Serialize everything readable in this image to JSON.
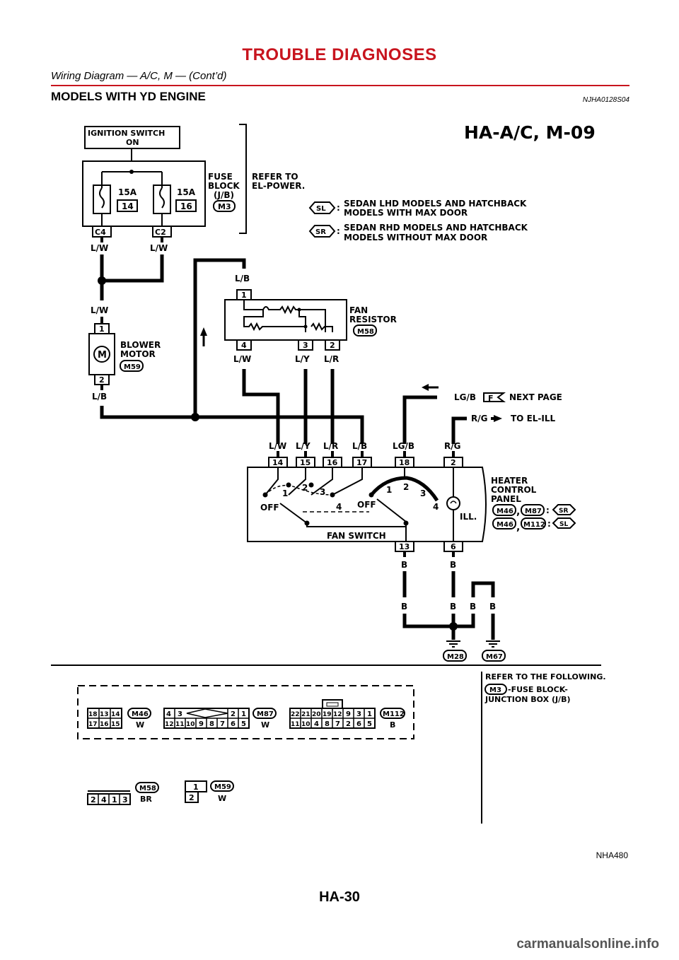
{
  "header": {
    "title": "TROUBLE DIAGNOSES",
    "subtitle": "Wiring Diagram — A/C, M — (Cont’d)"
  },
  "section": {
    "title": "MODELS WITH YD ENGINE",
    "code": "NJHA0128S04"
  },
  "diagram": {
    "id": "HA-A/C, M-09",
    "ignition_line1": "IGNITION SWITCH",
    "ignition_line2": "ON",
    "fuse_block_l1": "FUSE",
    "fuse_block_l2": "BLOCK",
    "fuse_block_l3": "(J/B)",
    "fuse_block_conn": "M3",
    "refer_l1": "REFER TO",
    "refer_l2": "EL-POWER.",
    "fuse_left_amp": "15A",
    "fuse_left_num": "14",
    "fuse_right_amp": "15A",
    "fuse_right_num": "16",
    "fuse_c4": "C4",
    "fuse_c2": "C2",
    "legend_sl_tag": "SL",
    "legend_sl_l1": "SEDAN LHD MODELS AND HATCHBACK",
    "legend_sl_l2": "MODELS WITH MAX DOOR",
    "legend_sr_tag": "SR",
    "legend_sr_l1": "SEDAN RHD MODELS AND HATCHBACK",
    "legend_sr_l2": "MODELS WITHOUT MAX DOOR",
    "colon": ":",
    "wire_lw": "L/W",
    "wire_lb": "L/B",
    "wire_ly": "L/Y",
    "wire_lr": "L/R",
    "wire_lgb": "LG/B",
    "wire_rg": "R/G",
    "wire_b": "B",
    "blower_l1": "BLOWER",
    "blower_l2": "MOTOR",
    "blower_conn": "M59",
    "blower_symbol": "M",
    "pin_1": "1",
    "pin_2": "2",
    "pin_3": "3",
    "pin_4": "4",
    "fan_res_l1": "FAN",
    "fan_res_l2": "RESISTOR",
    "fan_res_conn": "M58",
    "next_tag": "F",
    "next_text": "NEXT PAGE",
    "el_ill": "TO EL-ILL",
    "panel_pins": [
      "14",
      "15",
      "16",
      "17",
      "18",
      "2",
      "13",
      "6"
    ],
    "panel_l1": "HEATER",
    "panel_l2": "CONTROL",
    "panel_l3": "PANEL",
    "panel_conn_a": "M46",
    "panel_conn_b": "M87",
    "panel_conn_c": "M46",
    "panel_conn_d": "M112",
    "panel_tag_sr": "SR",
    "panel_tag_sl": "SL",
    "comma": ",",
    "switch_off": "OFF",
    "switch_label": "FAN SWITCH",
    "ill": "ILL.",
    "ground_m28": "M28",
    "ground_m67": "M67",
    "refer_following": "REFER TO THE FOLLOWING.",
    "refer_m3": "M3",
    "refer_m3_text": "-FUSE BLOCK-",
    "refer_m3_text2": "JUNCTION BOX (J/B)",
    "conn_m46_top": [
      "18",
      "13",
      "14"
    ],
    "conn_m46_bot": [
      "17",
      "16",
      "15"
    ],
    "conn_m46_id": "M46",
    "conn_m46_color": "W",
    "conn_m87_top": [
      "4",
      "3",
      "2",
      "1"
    ],
    "conn_m87_bot": [
      "12",
      "11",
      "10",
      "9",
      "8",
      "7",
      "6",
      "5"
    ],
    "conn_m87_id": "M87",
    "conn_m87_color": "W",
    "conn_m112_top": [
      "22",
      "21",
      "20",
      "19",
      "12",
      "9",
      "3",
      "1"
    ],
    "conn_m112_bot": [
      "11",
      "10",
      "4",
      "8",
      "7",
      "2",
      "6",
      "5"
    ],
    "conn_m112_id": "M112",
    "conn_m112_color": "B",
    "conn_m58_pins": [
      "2",
      "4",
      "1",
      "3"
    ],
    "conn_m58_id": "M58",
    "conn_m58_color": "BR",
    "conn_m59_top": "1",
    "conn_m59_bot": "2",
    "conn_m59_id": "M59",
    "conn_m59_color": "W"
  },
  "figure_code": "NHA480",
  "page_number": "HA-30",
  "watermark": "carmanualsonline.info"
}
